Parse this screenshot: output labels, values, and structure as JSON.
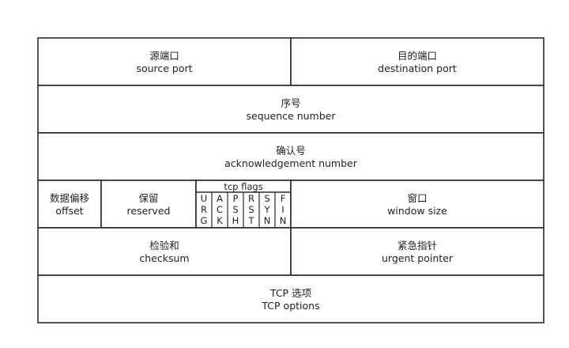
{
  "row1": {
    "source_port": {
      "zh": "源端口",
      "en": "source port"
    },
    "destination_port": {
      "zh": "目的端口",
      "en": "destination port"
    }
  },
  "row2": {
    "sequence_number": {
      "zh": "序号",
      "en": "sequence number"
    }
  },
  "row3": {
    "ack_number": {
      "zh": "确认号",
      "en": "acknowledgement number"
    }
  },
  "row4": {
    "offset": {
      "zh": "数据偏移",
      "en": "offset"
    },
    "reserved": {
      "zh": "保留",
      "en": "reserved"
    },
    "tcp_flags": {
      "title": "tcp flags",
      "flags": [
        {
          "name": "urg",
          "letters": [
            "U",
            "R",
            "G"
          ]
        },
        {
          "name": "ack",
          "letters": [
            "A",
            "C",
            "K"
          ]
        },
        {
          "name": "psh",
          "letters": [
            "P",
            "S",
            "H"
          ]
        },
        {
          "name": "rst",
          "letters": [
            "R",
            "S",
            "T"
          ]
        },
        {
          "name": "syn",
          "letters": [
            "S",
            "Y",
            "N"
          ]
        },
        {
          "name": "fin",
          "letters": [
            "F",
            "I",
            "N"
          ]
        }
      ]
    },
    "window_size": {
      "zh": "窗口",
      "en": "window size"
    }
  },
  "row5": {
    "checksum": {
      "zh": "检验和",
      "en": "checksum"
    },
    "urgent_pointer": {
      "zh": "紧急指针",
      "en": "urgent pointer"
    }
  },
  "row6": {
    "tcp_options": {
      "zh": "TCP 选项",
      "en": "TCP options"
    }
  }
}
